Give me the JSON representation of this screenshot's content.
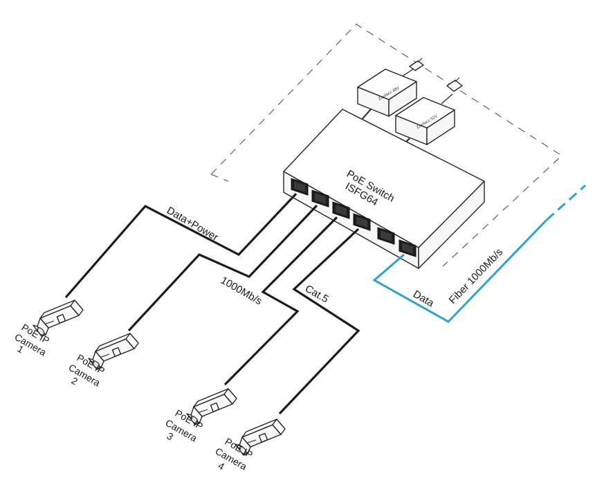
{
  "switch": {
    "line1": "PoE Switch",
    "line2": "ISFG64"
  },
  "labels": {
    "data_power": "Data+Power",
    "speed": "1000Mb/s",
    "cat5": "Cat.5",
    "data": "Data",
    "fiber": "Fiber 1000Mb/s"
  },
  "power_supplies": [
    {
      "label": "Zasilacz 48V"
    },
    {
      "label": "Zasilacz 52V"
    }
  ],
  "cameras": [
    {
      "line1": "PoE IP",
      "line2": "Camera",
      "number": "1"
    },
    {
      "line1": "PoE IP",
      "line2": "Camera",
      "number": "2"
    },
    {
      "line1": "PoE IP",
      "line2": "Camera",
      "number": "3"
    },
    {
      "line1": "PoE IP",
      "line2": "Camera",
      "number": "4"
    }
  ],
  "colors": {
    "cable": "#1b1b1b",
    "fiber": "#2aa3cf",
    "dashed_box": "#555555"
  }
}
